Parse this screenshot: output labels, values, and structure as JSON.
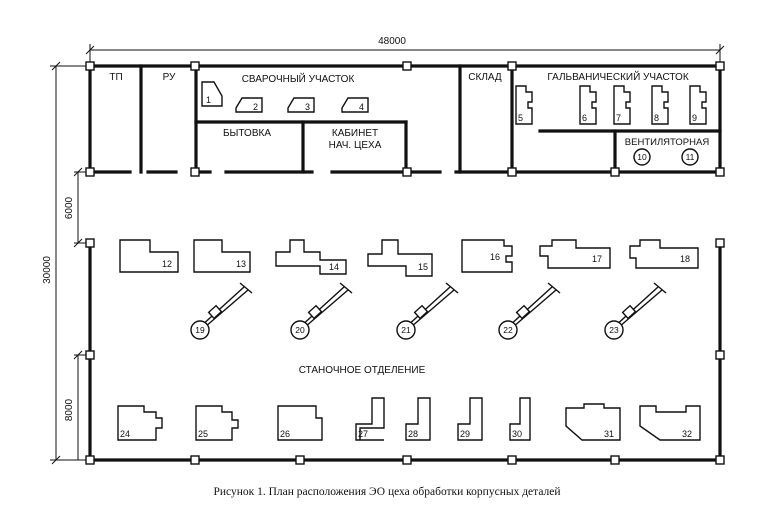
{
  "dimensions": {
    "width": "48000",
    "height": "30000",
    "aisle": "6000",
    "bottom_bay": "8000"
  },
  "rooms": {
    "tp": "ТП",
    "ru": "РУ",
    "welding": "СВАРОЧНЫЙ УЧАСТОК",
    "utility": "БЫТОВКА",
    "office_line1": "КАБИНЕТ",
    "office_line2": "НАЧ. ЦЕХА",
    "storage": "СКЛАД",
    "galvanic": "ГАЛЬВАНИЧЕСКИЙ УЧАСТОК",
    "ventilation": "ВЕНТИЛЯТОРНАЯ",
    "machine_shop": "СТАНОЧНОЕ ОТДЕЛЕНИЕ"
  },
  "equipment": {
    "welding": [
      "1",
      "2",
      "3",
      "4"
    ],
    "galvanic": [
      "5",
      "6",
      "7",
      "8",
      "9"
    ],
    "fans": [
      "10",
      "11"
    ],
    "machines_upper": [
      "12",
      "13",
      "14",
      "15",
      "16",
      "17",
      "18"
    ],
    "cranes": [
      "19",
      "20",
      "21",
      "22",
      "23"
    ],
    "machines_lower": [
      "24",
      "25",
      "26",
      "27",
      "28",
      "29",
      "30",
      "31",
      "32"
    ]
  },
  "caption": "Рисунок 1. План расположения ЭО цеха обработки корпусных деталей"
}
